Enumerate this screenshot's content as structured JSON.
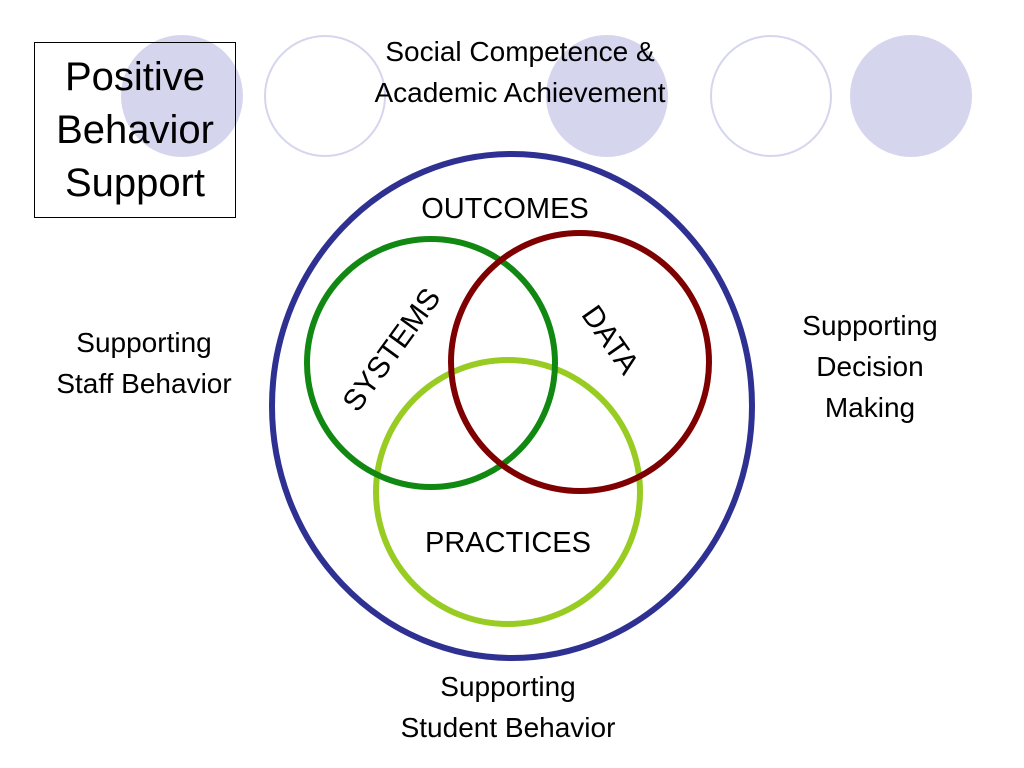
{
  "title": {
    "lines": [
      "Positive",
      "Behavior",
      "Support"
    ]
  },
  "top_label": {
    "lines": [
      "Social Competence &",
      "Academic Achievement"
    ]
  },
  "left_label": {
    "lines": [
      "Supporting",
      "Staff Behavior"
    ]
  },
  "right_label": {
    "lines": [
      "Supporting",
      "Decision",
      "Making"
    ]
  },
  "bottom_label": {
    "lines": [
      "Supporting",
      "Student Behavior"
    ]
  },
  "venn": {
    "outer_label": "OUTCOMES",
    "systems_label": "SYSTEMS",
    "data_label": "DATA",
    "practices_label": "PRACTICES"
  },
  "colors": {
    "outer_circle": "#2e3192",
    "systems_circle": "#118811",
    "data_circle": "#7f0000",
    "practices_circle": "#99cc22",
    "decor_fill": "#d5d6ee",
    "decor_outline": "#d5d6ee"
  }
}
